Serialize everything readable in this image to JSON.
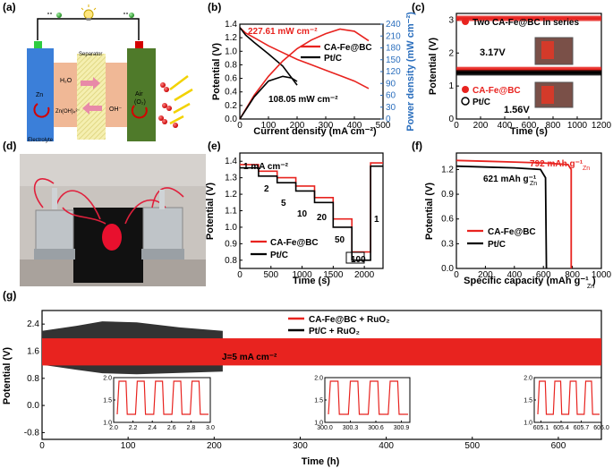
{
  "panels": {
    "a": "(a)",
    "b": "(b)",
    "c": "(c)",
    "d": "(d)",
    "e": "(e)",
    "f": "(f)",
    "g": "(g)"
  },
  "battery": {
    "zn": "Zn",
    "separator": "Separator",
    "h2o": "H₂O",
    "zincate": "Zn(OH)₄²⁻",
    "oh": "OH⁻",
    "air": "Air",
    "o2": "(O₂)",
    "electrolyte": "Electrolyte",
    "colors": {
      "anode": "#3b7fd9",
      "electrolyte": "#f0b896",
      "separator": "#f5efb0",
      "cathode": "#4f7a2a",
      "arrow": "#e88aa8"
    }
  },
  "colors": {
    "red": "#e8231f",
    "black": "#000000",
    "blue": "#2a6ebd"
  },
  "chart_data": [
    {
      "id": "b",
      "type": "line",
      "xlabel": "Current density (mA cm⁻²)",
      "ylabel": "Potential (V)",
      "ylabel2": "Power density (mW cm⁻²)",
      "xlim": [
        0,
        500
      ],
      "ylim": [
        0,
        1.4
      ],
      "y2lim": [
        0,
        240
      ],
      "xticks": [
        "0",
        "100",
        "200",
        "300",
        "400",
        "500"
      ],
      "yticks": [
        "0.0",
        "0.2",
        "0.4",
        "0.6",
        "0.8",
        "1.0",
        "1.2",
        "1.4"
      ],
      "y2ticks": [
        "0",
        "30",
        "60",
        "90",
        "120",
        "150",
        "180",
        "210",
        "240"
      ],
      "annotations": [
        "227.61 mW cm⁻²",
        "108.05 mW cm⁻²"
      ],
      "series": [
        {
          "name": "CA-Fe@BC",
          "kind": "polarization",
          "x": [
            0,
            20,
            50,
            100,
            150,
            200,
            250,
            300,
            350,
            400,
            450
          ],
          "y": [
            1.35,
            1.27,
            1.2,
            1.08,
            0.98,
            0.88,
            0.8,
            0.72,
            0.64,
            0.56,
            0.45
          ]
        },
        {
          "name": "Pt/C",
          "kind": "polarization",
          "x": [
            0,
            20,
            50,
            100,
            150,
            200
          ],
          "y": [
            1.35,
            1.24,
            1.13,
            0.96,
            0.78,
            0.5
          ]
        },
        {
          "name": "CA-Fe@BC",
          "kind": "power",
          "axis": "right",
          "x": [
            0,
            50,
            100,
            150,
            200,
            250,
            300,
            350,
            400,
            450
          ],
          "y": [
            0,
            60,
            108,
            147,
            178,
            200,
            216,
            227.61,
            222,
            198
          ]
        },
        {
          "name": "Pt/C",
          "kind": "power",
          "axis": "right",
          "x": [
            0,
            50,
            100,
            150,
            180,
            200
          ],
          "y": [
            0,
            56,
            96,
            108.05,
            104,
            95
          ]
        }
      ]
    },
    {
      "id": "c",
      "type": "line",
      "xlabel": "Time (s)",
      "ylabel": "Potential (V)",
      "xlim": [
        0,
        1200
      ],
      "ylim": [
        0,
        3.2
      ],
      "xticks": [
        "0",
        "200",
        "400",
        "600",
        "800",
        "1000",
        "1200"
      ],
      "yticks": [
        "0",
        "1",
        "2",
        "3"
      ],
      "annotations": [
        "3.17V",
        "1.56V"
      ],
      "legend": [
        "Two CA-Fe@BC in series",
        "CA-Fe@BC",
        "Pt/C"
      ],
      "series": [
        {
          "name": "Two CA-Fe@BC in series",
          "x": [
            0,
            1200
          ],
          "y": [
            3.05,
            3.05
          ]
        },
        {
          "name": "CA-Fe@BC",
          "x": [
            0,
            1200
          ],
          "y": [
            1.5,
            1.5
          ]
        },
        {
          "name": "Pt/C",
          "x": [
            0,
            1200
          ],
          "y": [
            1.4,
            1.4
          ]
        }
      ]
    },
    {
      "id": "e",
      "type": "line",
      "xlabel": "Time (s)",
      "ylabel": "Potential (V)",
      "xlim": [
        0,
        2300
      ],
      "ylim": [
        0.75,
        1.45
      ],
      "xticks": [
        "0",
        "500",
        "1000",
        "1500",
        "2000"
      ],
      "yticks": [
        "0.8",
        "0.9",
        "1.0",
        "1.1",
        "1.2",
        "1.3",
        "1.4"
      ],
      "annotations": [
        "1 mA cm⁻²",
        "2",
        "5",
        "10",
        "20",
        "50",
        "100",
        "1"
      ],
      "series": [
        {
          "name": "CA-Fe@BC",
          "x": [
            0,
            300,
            300,
            600,
            600,
            900,
            900,
            1200,
            1200,
            1500,
            1500,
            1800,
            1800,
            2100,
            2100,
            2300
          ],
          "y": [
            1.38,
            1.38,
            1.34,
            1.34,
            1.3,
            1.3,
            1.25,
            1.25,
            1.18,
            1.18,
            1.05,
            1.05,
            0.85,
            0.85,
            1.39,
            1.39
          ]
        },
        {
          "name": "Pt/C",
          "x": [
            0,
            300,
            300,
            600,
            600,
            900,
            900,
            1200,
            1200,
            1500,
            1500,
            1800,
            1800,
            2100,
            2100,
            2300
          ],
          "y": [
            1.36,
            1.36,
            1.31,
            1.31,
            1.27,
            1.27,
            1.22,
            1.22,
            1.15,
            1.15,
            1.0,
            1.0,
            0.8,
            0.8,
            1.37,
            1.37
          ]
        }
      ]
    },
    {
      "id": "f",
      "type": "line",
      "xlabel": "Specific capacity (mAh g⁻¹",
      "xlabel_sub": "Zn",
      "ylabel": "Potential (V)",
      "xlim": [
        0,
        1000
      ],
      "ylim": [
        0,
        1.4
      ],
      "xticks": [
        "0",
        "200",
        "400",
        "600",
        "800",
        "1000"
      ],
      "yticks": [
        "0.0",
        "0.3",
        "0.6",
        "0.9",
        "1.2"
      ],
      "annotations": [
        "792 mAh g⁻¹",
        "621 mAh g⁻¹"
      ],
      "annotation_sub": "Zn",
      "series": [
        {
          "name": "CA-Fe@BC",
          "x": [
            0,
            200,
            400,
            600,
            770,
            792,
            792
          ],
          "y": [
            1.31,
            1.3,
            1.29,
            1.28,
            1.26,
            1.2,
            0
          ]
        },
        {
          "name": "Pt/C",
          "x": [
            0,
            200,
            400,
            580,
            615,
            621
          ],
          "y": [
            1.24,
            1.23,
            1.22,
            1.2,
            1.1,
            0
          ]
        }
      ]
    },
    {
      "id": "g",
      "type": "area",
      "xlabel": "Time (h)",
      "ylabel": "Potential (V)",
      "xlim": [
        0,
        650
      ],
      "ylim": [
        -1.0,
        2.8
      ],
      "xticks": [
        "0",
        "100",
        "200",
        "300",
        "400",
        "500",
        "600"
      ],
      "yticks": [
        "-0.8",
        "0.0",
        "0.8",
        "1.6",
        "2.4"
      ],
      "annotations": [
        "J=5 mA cm⁻²"
      ],
      "series": [
        {
          "name": "CA-Fe@BC + RuO₂",
          "band": [
            [
              0,
              1.18,
              1.98
            ],
            [
              650,
              1.18,
              1.98
            ]
          ]
        },
        {
          "name": "Pt/C + RuO₂",
          "band": [
            [
              0,
              1.2,
              2.2
            ],
            [
              40,
              1.05,
              2.35
            ],
            [
              70,
              0.95,
              2.48
            ],
            [
              110,
              0.92,
              2.45
            ],
            [
              160,
              0.96,
              2.3
            ],
            [
              210,
              1.0,
              2.2
            ]
          ]
        }
      ],
      "insets": [
        {
          "xlim": [
            2.0,
            3.0
          ],
          "ylim": [
            1.0,
            2.0
          ],
          "xticks": [
            "2.0",
            "2.2",
            "2.4",
            "2.6",
            "2.8",
            "3.0"
          ],
          "yticks": [
            "1.0",
            "1.5",
            "2.0"
          ]
        },
        {
          "xlim": [
            300.0,
            301.0
          ],
          "ylim": [
            1.0,
            2.0
          ],
          "xticks": [
            "300.0",
            "300.3",
            "300.6",
            "300.9"
          ],
          "yticks": [
            "1.0",
            "1.5",
            "2.0"
          ]
        },
        {
          "xlim": [
            605.0,
            606.0
          ],
          "ylim": [
            1.0,
            2.0
          ],
          "xticks": [
            "605.1",
            "605.4",
            "605.7",
            "606.0"
          ],
          "yticks": [
            "1.0",
            "1.5",
            "2.0"
          ]
        }
      ]
    }
  ]
}
